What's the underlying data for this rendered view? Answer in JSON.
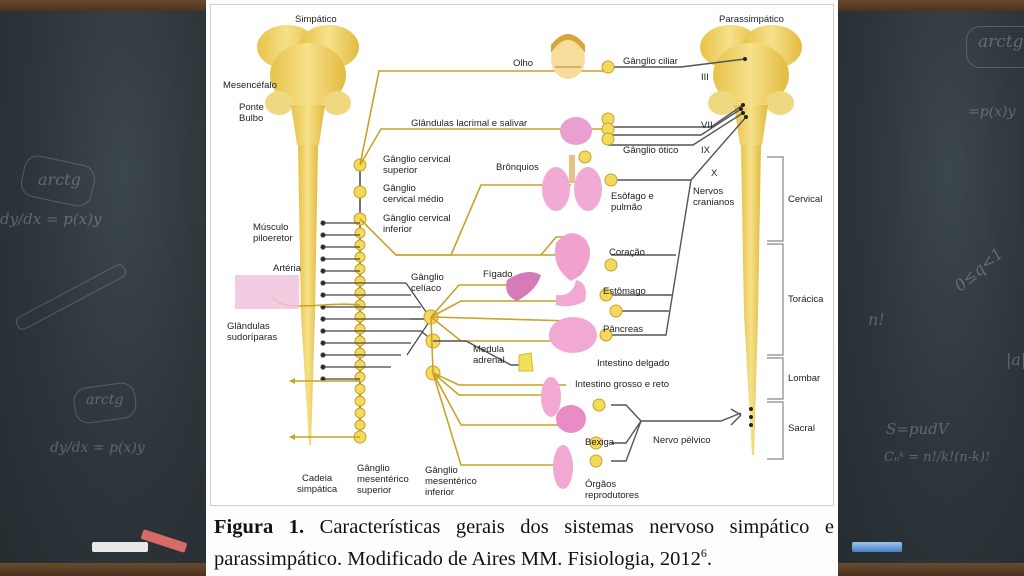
{
  "background": {
    "chalk_notes": [
      "arctg",
      "dy/dx = p(x)y",
      "arctg",
      "dy/dx = p(x)y",
      "arctg",
      "=p(x)y",
      "0≤q<1",
      "n!",
      "S=pudV",
      "Cₙᵏ = n!/k!(n-k)!",
      "|a|"
    ]
  },
  "figure": {
    "colors": {
      "sympathetic": "#c9a227",
      "parasympathetic": "#555555",
      "nervous_tissue": "#f1d46a",
      "organs": "#eb9ccb",
      "chalkboard": "#2f393e"
    },
    "headings": {
      "sympathetic": "Simpático",
      "parasympathetic": "Parassimpático"
    },
    "brain_labels": {
      "midbrain": "Mesencéfalo",
      "pons_medulla": "Ponte\nBulbo"
    },
    "sympathetic_labels": {
      "superior_cervical": "Gânglio cervical\nsuperior",
      "middle_cervical": "Gânglio\ncervical médio",
      "inferior_cervical": "Gânglio cervical\ninferior",
      "piloerector": "Músculo\npiloeretor",
      "artery": "Artéria",
      "sweat_glands": "Glândulas\nsudoríparas",
      "celiac": "Gânglio\ncelíaco",
      "chain": "Cadeia\nsimpática",
      "sup_mesenteric": "Gânglio\nmesentérico\nsuperior",
      "inf_mesenteric": "Gânglio\nmesentérico\ninferior"
    },
    "organ_labels": {
      "eye": "Olho",
      "glands": "Glândulas lacrimal e salivar",
      "bronchi": "Brônquios",
      "esophagus_lung": "Esôfago e\npulmão",
      "heart": "Coração",
      "liver": "Fígado",
      "stomach": "Estômago",
      "pancreas": "Pâncreas",
      "adrenal": "Medula\nadrenal",
      "small_intestine": "Intestino delgado",
      "large_intestine": "Intestino grosso e reto",
      "bladder": "Bexiga",
      "reproductive": "Órgãos\nreprodutores"
    },
    "parasympathetic_labels": {
      "ciliary": "Gânglio ciliar",
      "otic": "Gânglio ótico",
      "cn_III": "III",
      "cn_VII": "VII",
      "cn_IX": "IX",
      "cn_X": "X",
      "cranial_nerves": "Nervos\ncranianos",
      "pelvic_nerve": "Nervo pélvico"
    },
    "spinal_regions": [
      "Cervical",
      "Torácica",
      "Lombar",
      "Sacral"
    ]
  },
  "caption": {
    "label": "Figura 1.",
    "text": " Características gerais dos sistemas nervoso simpático e parassimpático. Modificado de Aires MM. Fisiologia, 2012",
    "superscript": "6",
    "end": "."
  }
}
